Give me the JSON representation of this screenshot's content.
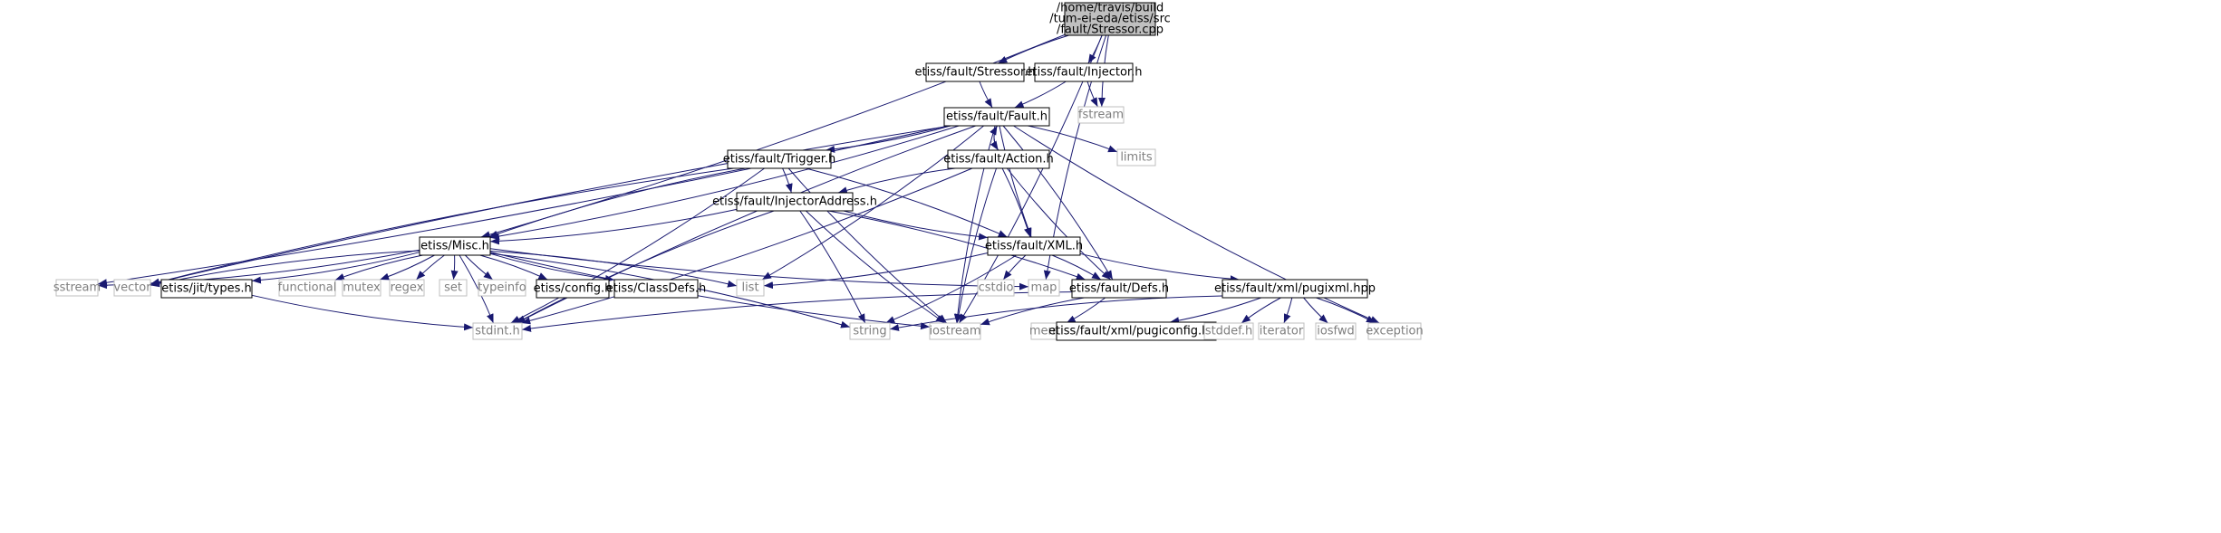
{
  "colors": {
    "edge": "#191970",
    "node_border": "#000000",
    "external_border": "#bfbfbf",
    "external_text": "#7f7f7f",
    "root_fill": "#bfbfbf",
    "node_fill": "#ffffff"
  },
  "graph": {
    "nodes": [
      {
        "id": "root",
        "lines": [
          "/home/travis/build",
          "/tum-ei-eda/etiss/src",
          "/fault/Stressor.cpp"
        ],
        "kind": "root"
      },
      {
        "id": "stressor_h",
        "lines": [
          "etiss/fault/Stressor.h"
        ],
        "kind": "header"
      },
      {
        "id": "injector_h",
        "lines": [
          "etiss/fault/Injector.h"
        ],
        "kind": "header"
      },
      {
        "id": "fstream",
        "lines": [
          "fstream"
        ],
        "kind": "external"
      },
      {
        "id": "fault_h",
        "lines": [
          "etiss/fault/Fault.h"
        ],
        "kind": "header"
      },
      {
        "id": "limits",
        "lines": [
          "limits"
        ],
        "kind": "external"
      },
      {
        "id": "trigger_h",
        "lines": [
          "etiss/fault/Trigger.h"
        ],
        "kind": "header"
      },
      {
        "id": "action_h",
        "lines": [
          "etiss/fault/Action.h"
        ],
        "kind": "header"
      },
      {
        "id": "injaddr_h",
        "lines": [
          "etiss/fault/InjectorAddress.h"
        ],
        "kind": "header"
      },
      {
        "id": "misc_h",
        "lines": [
          "etiss/Misc.h"
        ],
        "kind": "header"
      },
      {
        "id": "xml_h",
        "lines": [
          "etiss/fault/XML.h"
        ],
        "kind": "header"
      },
      {
        "id": "sstream",
        "lines": [
          "sstream"
        ],
        "kind": "external"
      },
      {
        "id": "vector",
        "lines": [
          "vector"
        ],
        "kind": "external"
      },
      {
        "id": "jit_types_h",
        "lines": [
          "etiss/jit/types.h"
        ],
        "kind": "header"
      },
      {
        "id": "functional",
        "lines": [
          "functional"
        ],
        "kind": "external"
      },
      {
        "id": "mutex",
        "lines": [
          "mutex"
        ],
        "kind": "external"
      },
      {
        "id": "regex",
        "lines": [
          "regex"
        ],
        "kind": "external"
      },
      {
        "id": "set",
        "lines": [
          "set"
        ],
        "kind": "external"
      },
      {
        "id": "typeinfo",
        "lines": [
          "typeinfo"
        ],
        "kind": "external"
      },
      {
        "id": "config_h",
        "lines": [
          "etiss/config.h"
        ],
        "kind": "header"
      },
      {
        "id": "classdefs_h",
        "lines": [
          "etiss/ClassDefs.h"
        ],
        "kind": "header"
      },
      {
        "id": "list",
        "lines": [
          "list"
        ],
        "kind": "external"
      },
      {
        "id": "cstdio",
        "lines": [
          "cstdio"
        ],
        "kind": "external"
      },
      {
        "id": "map",
        "lines": [
          "map"
        ],
        "kind": "external"
      },
      {
        "id": "defs_h",
        "lines": [
          "etiss/fault/Defs.h"
        ],
        "kind": "header"
      },
      {
        "id": "pugixml_hpp",
        "lines": [
          "etiss/fault/xml/pugixml.hpp"
        ],
        "kind": "header"
      },
      {
        "id": "stdint_h",
        "lines": [
          "stdint.h"
        ],
        "kind": "external"
      },
      {
        "id": "string",
        "lines": [
          "string"
        ],
        "kind": "external"
      },
      {
        "id": "iostream",
        "lines": [
          "iostream"
        ],
        "kind": "external"
      },
      {
        "id": "memory",
        "lines": [
          "memory"
        ],
        "kind": "external"
      },
      {
        "id": "pugiconfig_hpp",
        "lines": [
          "etiss/fault/xml/pugiconfig.hpp"
        ],
        "kind": "header"
      },
      {
        "id": "stddef_h",
        "lines": [
          "stddef.h"
        ],
        "kind": "external"
      },
      {
        "id": "iterator",
        "lines": [
          "iterator"
        ],
        "kind": "external"
      },
      {
        "id": "iosfwd",
        "lines": [
          "iosfwd"
        ],
        "kind": "external"
      },
      {
        "id": "exception",
        "lines": [
          "exception"
        ],
        "kind": "external"
      }
    ],
    "edges": [
      [
        "root",
        "stressor_h"
      ],
      [
        "root",
        "injector_h"
      ],
      [
        "root",
        "fstream"
      ],
      [
        "root",
        "misc_h"
      ],
      [
        "root",
        "map"
      ],
      [
        "root",
        "iostream"
      ],
      [
        "stressor_h",
        "fault_h"
      ],
      [
        "injector_h",
        "fault_h"
      ],
      [
        "injector_h",
        "fstream"
      ],
      [
        "fault_h",
        "trigger_h"
      ],
      [
        "fault_h",
        "action_h"
      ],
      [
        "fault_h",
        "limits"
      ],
      [
        "fault_h",
        "exception"
      ],
      [
        "fault_h",
        "misc_h"
      ],
      [
        "fault_h",
        "xml_h"
      ],
      [
        "fault_h",
        "defs_h"
      ],
      [
        "fault_h",
        "stdint_h"
      ],
      [
        "fault_h",
        "sstream"
      ],
      [
        "fault_h",
        "vector"
      ],
      [
        "fault_h",
        "list"
      ],
      [
        "fault_h",
        "iostream"
      ],
      [
        "action_h",
        "fault_h"
      ],
      [
        "action_h",
        "injaddr_h"
      ],
      [
        "action_h",
        "xml_h"
      ],
      [
        "action_h",
        "defs_h"
      ],
      [
        "action_h",
        "stdint_h"
      ],
      [
        "action_h",
        "iostream"
      ],
      [
        "trigger_h",
        "injaddr_h"
      ],
      [
        "trigger_h",
        "misc_h"
      ],
      [
        "trigger_h",
        "xml_h"
      ],
      [
        "trigger_h",
        "vector"
      ],
      [
        "trigger_h",
        "stdint_h"
      ],
      [
        "trigger_h",
        "iostream"
      ],
      [
        "injaddr_h",
        "misc_h"
      ],
      [
        "injaddr_h",
        "xml_h"
      ],
      [
        "injaddr_h",
        "defs_h"
      ],
      [
        "injaddr_h",
        "stdint_h"
      ],
      [
        "injaddr_h",
        "string"
      ],
      [
        "injaddr_h",
        "iostream"
      ],
      [
        "misc_h",
        "sstream"
      ],
      [
        "misc_h",
        "vector"
      ],
      [
        "misc_h",
        "jit_types_h"
      ],
      [
        "misc_h",
        "functional"
      ],
      [
        "misc_h",
        "mutex"
      ],
      [
        "misc_h",
        "regex"
      ],
      [
        "misc_h",
        "set"
      ],
      [
        "misc_h",
        "typeinfo"
      ],
      [
        "misc_h",
        "config_h"
      ],
      [
        "misc_h",
        "classdefs_h"
      ],
      [
        "misc_h",
        "list"
      ],
      [
        "misc_h",
        "map"
      ],
      [
        "misc_h",
        "stdint_h"
      ],
      [
        "misc_h",
        "iostream"
      ],
      [
        "misc_h",
        "string"
      ],
      [
        "jit_types_h",
        "stdint_h"
      ],
      [
        "xml_h",
        "list"
      ],
      [
        "xml_h",
        "cstdio"
      ],
      [
        "xml_h",
        "defs_h"
      ],
      [
        "xml_h",
        "pugixml_hpp"
      ],
      [
        "xml_h",
        "string"
      ],
      [
        "defs_h",
        "stdint_h"
      ],
      [
        "defs_h",
        "memory"
      ],
      [
        "defs_h",
        "iostream"
      ],
      [
        "pugixml_hpp",
        "pugiconfig_hpp"
      ],
      [
        "pugixml_hpp",
        "stddef_h"
      ],
      [
        "pugixml_hpp",
        "iterator"
      ],
      [
        "pugixml_hpp",
        "iosfwd"
      ],
      [
        "pugixml_hpp",
        "exception"
      ],
      [
        "pugixml_hpp",
        "string"
      ]
    ]
  }
}
